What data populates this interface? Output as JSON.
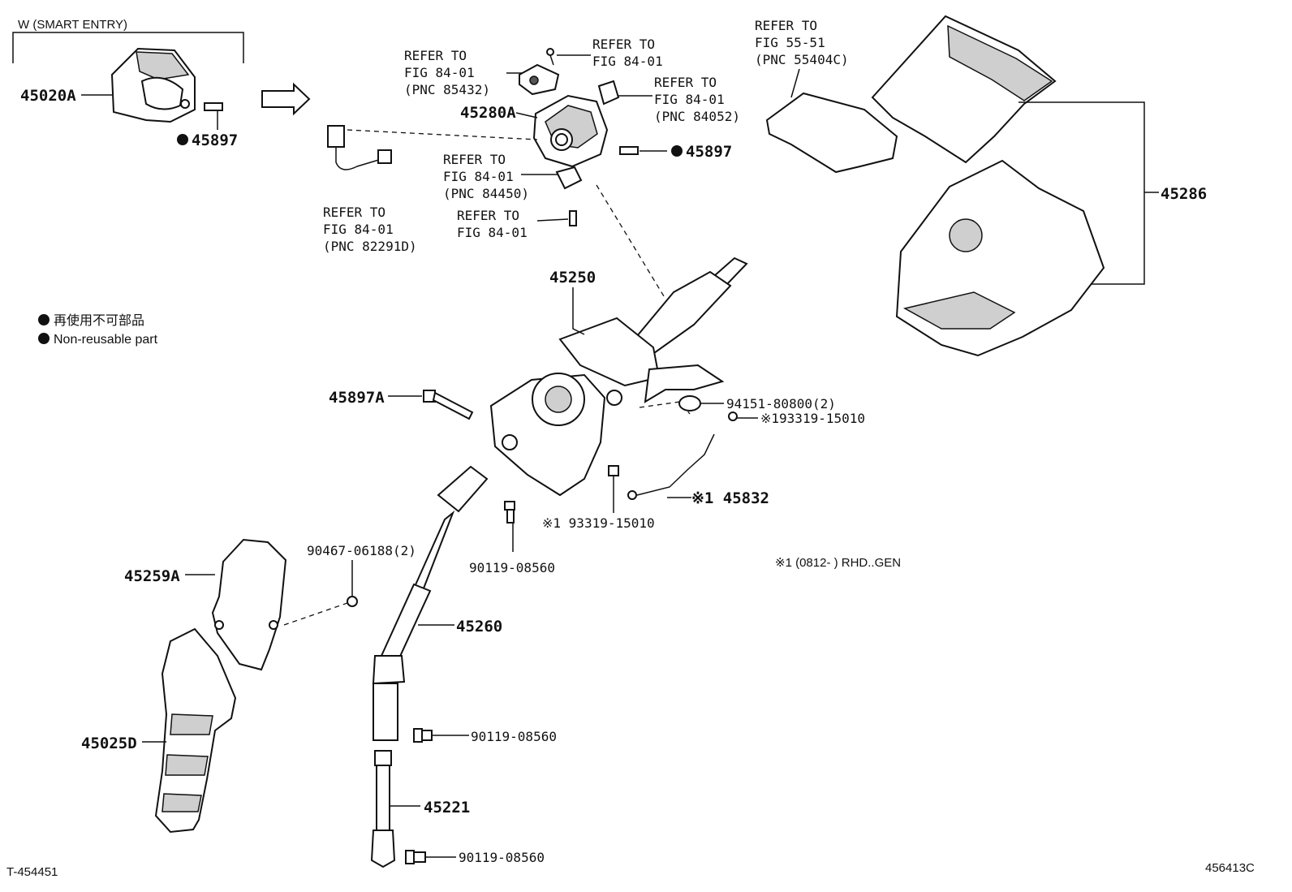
{
  "variant_label": "W (SMART ENTRY)",
  "legend": {
    "jp": "再使用不可部品",
    "en": "Non-reusable part"
  },
  "note_rhd": "※1 (0812-        ) RHD..GEN",
  "ids": {
    "left": "T-454451",
    "right": "456413C"
  },
  "parts": {
    "p45020A": "45020A",
    "p45897_a": "45897",
    "p45897_b": "45897",
    "p45280A": "45280A",
    "p45286": "45286",
    "p45250": "45250",
    "p45897A": "45897A",
    "p94151": "94151-80800(2)",
    "p93319_a": "※193319-15010",
    "p45832": "※1 45832",
    "p93319_b": "※1 93319-15010",
    "p90119_a": "90119-08560",
    "p90467": "90467-06188(2)",
    "p45259A": "45259A",
    "p45260": "45260",
    "p90119_b": "90119-08560",
    "p45025D": "45025D",
    "p45221": "45221",
    "p90119_c": "90119-08560"
  },
  "refs": {
    "r85432": [
      "REFER TO",
      "FIG 84-01",
      "(PNC 85432)"
    ],
    "r84_01_top": [
      "REFER TO",
      "FIG 84-01"
    ],
    "r84052": [
      "REFER TO",
      "FIG 84-01",
      "(PNC 84052)"
    ],
    "r55404C": [
      "REFER TO",
      "FIG 55-51",
      "(PNC 55404C)"
    ],
    "r84450": [
      "REFER TO",
      "FIG 84-01",
      "(PNC 84450)"
    ],
    "r84_01_bolt": [
      "REFER TO",
      "FIG 84-01"
    ],
    "r82291D": [
      "REFER TO",
      "FIG 84-01",
      "(PNC 82291D)"
    ]
  }
}
